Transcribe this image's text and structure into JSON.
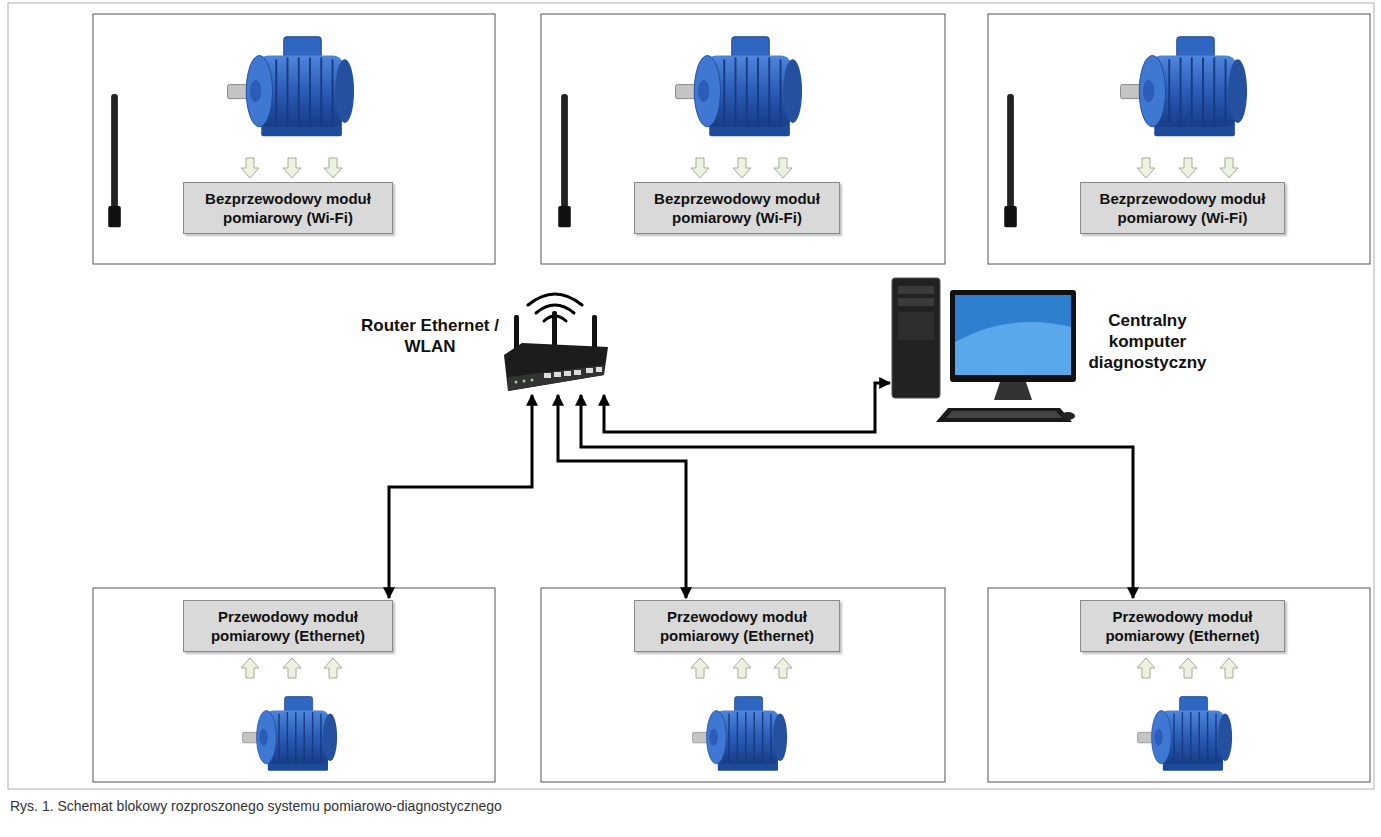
{
  "diagram": {
    "caption": "Rys. 1. Schemat blokowy rozproszonego systemu pomiarowo-diagnostycznego",
    "nodes": [
      {
        "text": [
          "Bezprzewodowy moduł pomiarowy (Wi-Fi)"
        ]
      },
      {
        "text": [
          "Bezprzewodowy moduł pomiarowy (Wi-Fi)"
        ]
      },
      {
        "text": [
          "Bezprzewodowy moduł pomiarowy (Wi-Fi)"
        ]
      },
      {
        "text": [
          "Router Ethernet / WLAN"
        ]
      },
      {
        "text": [
          "Centralny komputer diagnostyczny"
        ]
      },
      {
        "text": [
          "Przewodowy moduł pomiarowy (Ethernet)"
        ]
      },
      {
        "text": [
          "Przewodowy moduł pomiarowy (Ethernet)"
        ]
      },
      {
        "text": [
          "Przewodowy moduł pomiarowy (Ethernet)"
        ]
      }
    ],
    "edges": [
      {
        "from": 3,
        "to": 5,
        "arrow": "both"
      },
      {
        "from": 3,
        "to": 6,
        "arrow": "both"
      },
      {
        "from": 3,
        "to": 7,
        "arrow": "both"
      },
      {
        "from": 3,
        "to": 4,
        "arrow": "both"
      }
    ]
  }
}
